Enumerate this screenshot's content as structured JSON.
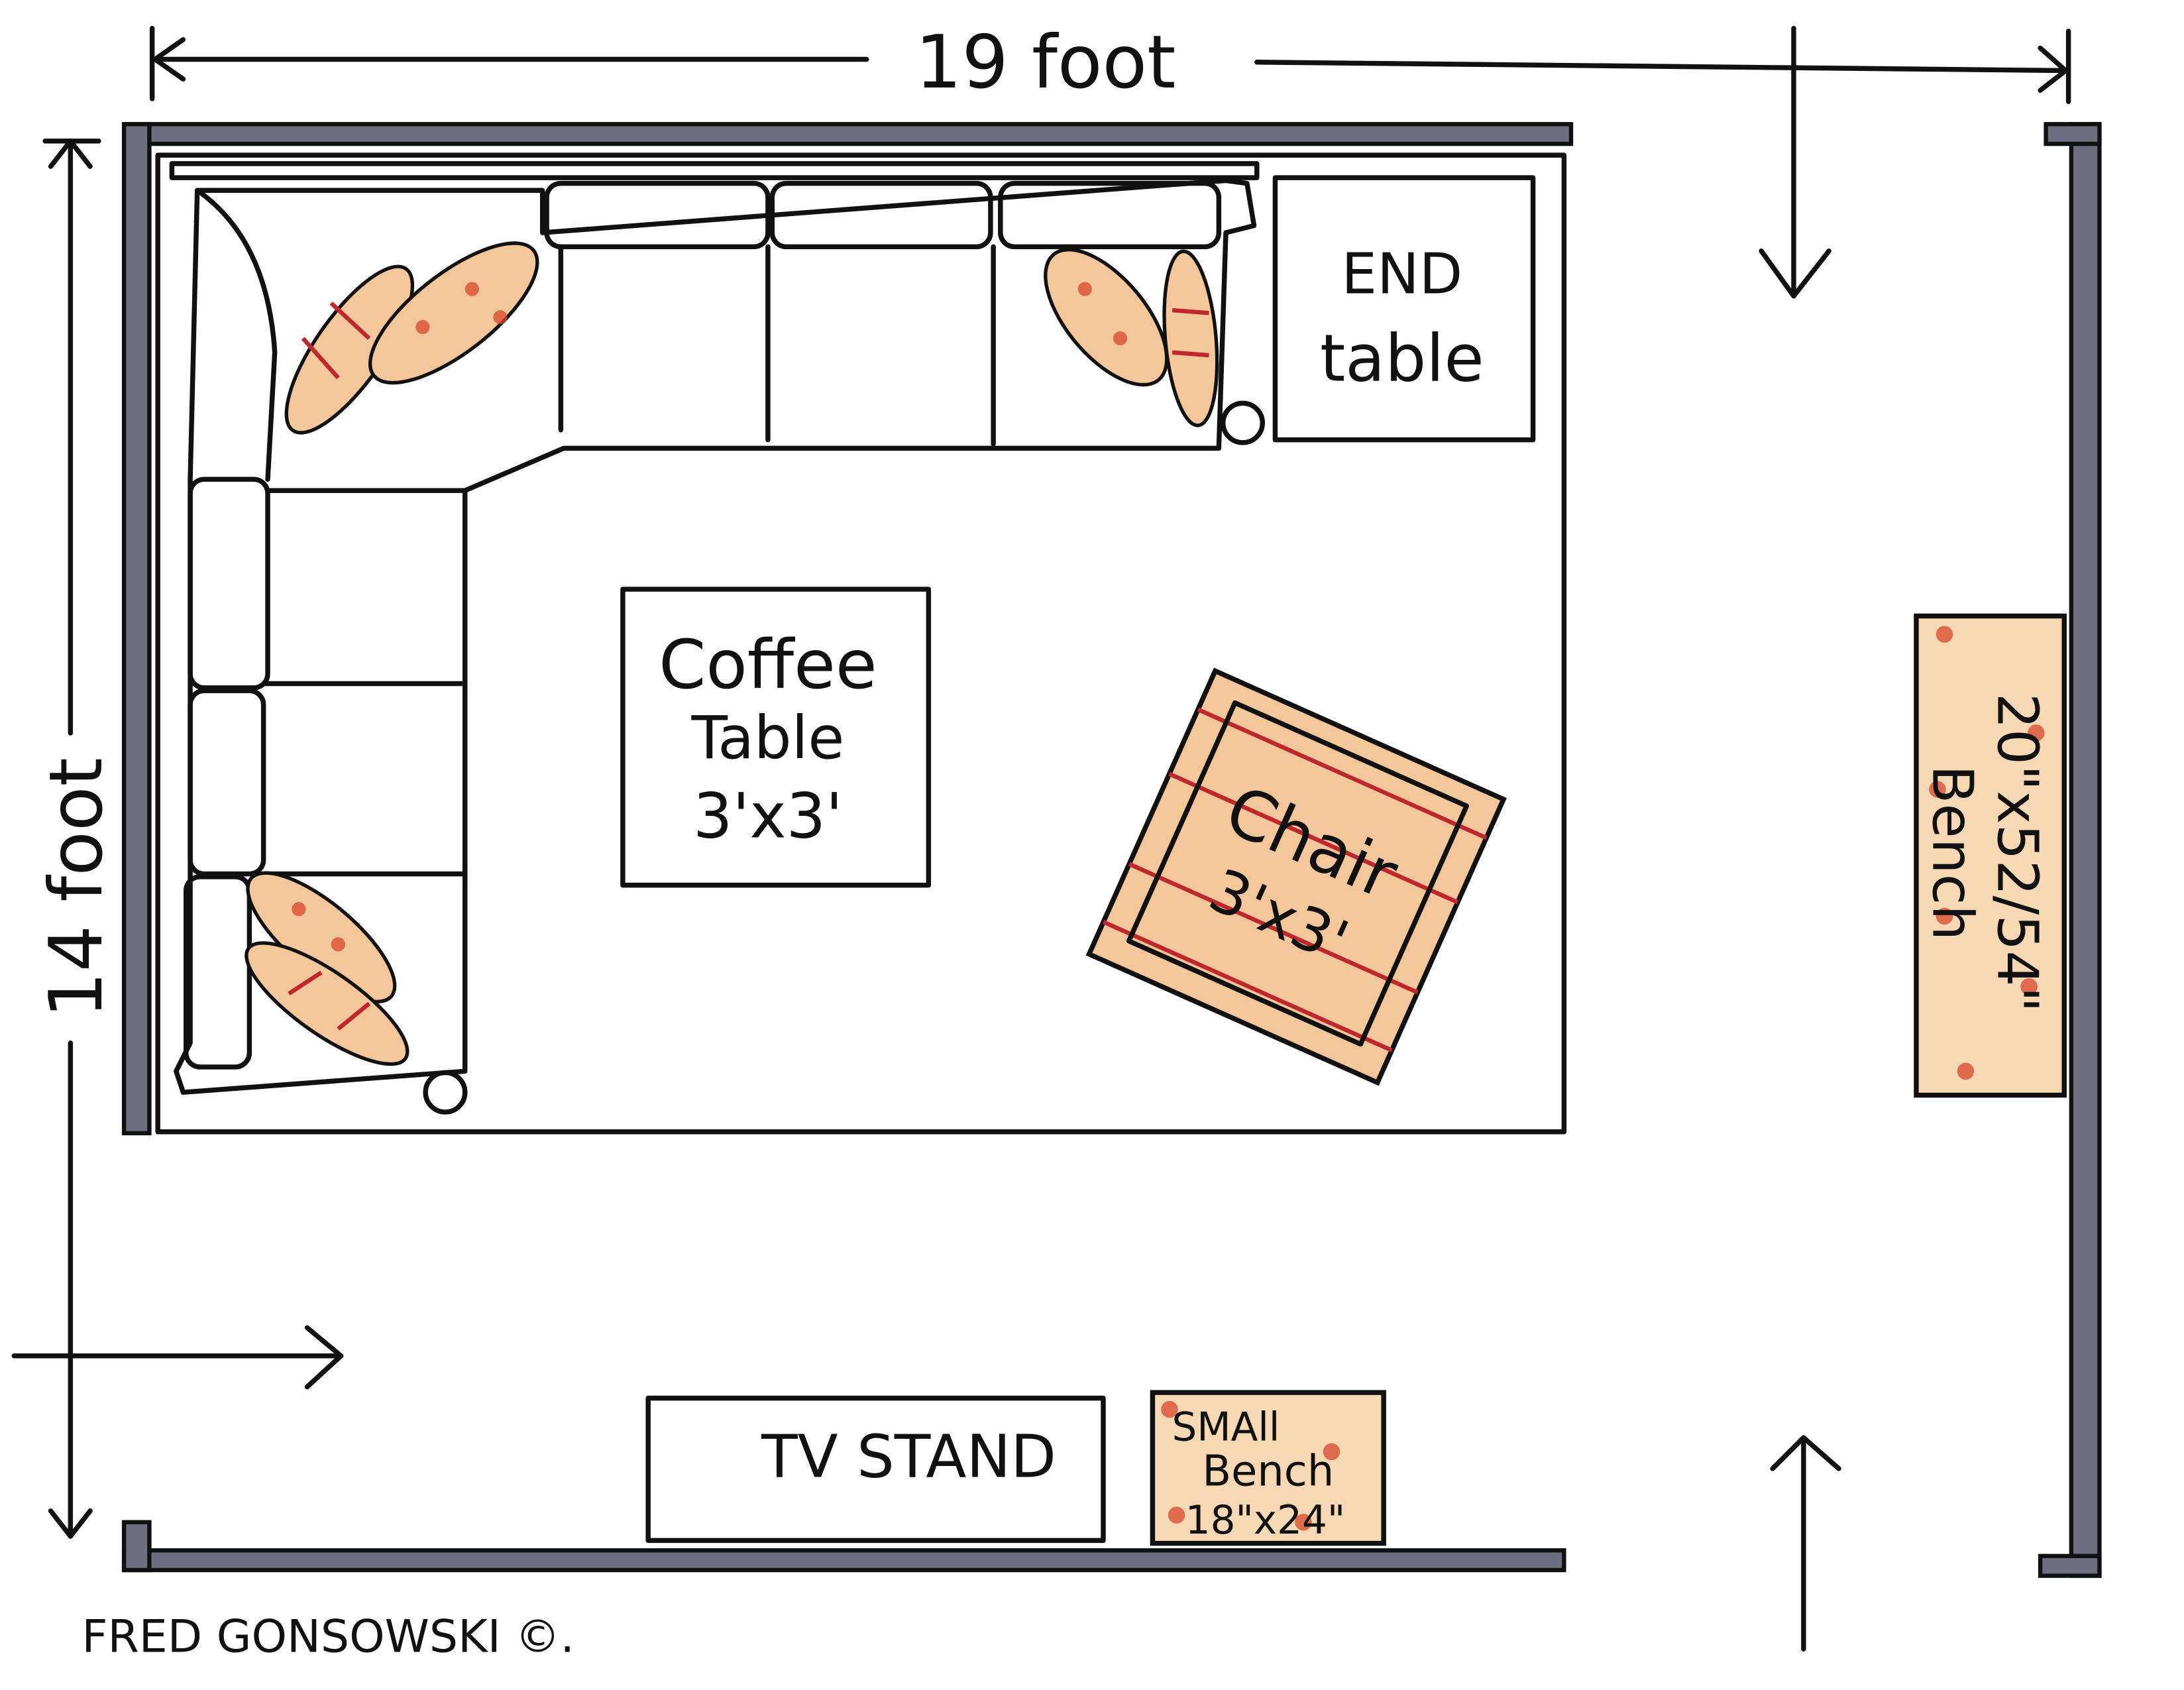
{
  "dimensions": {
    "width_label": "19 foot",
    "depth_label": "14 foot"
  },
  "furniture": {
    "end_table": {
      "line1": "END",
      "line2": "table"
    },
    "coffee_table": {
      "line1": "Coffee",
      "line2": "Table",
      "size": "3'x3'"
    },
    "chair": {
      "label": "Chair",
      "size": "3'x3'"
    },
    "bench": {
      "size": "20\"x52/54\"",
      "label": "Bench"
    },
    "tv_stand": {
      "label": "TV STAND"
    },
    "small_bench": {
      "line1": "SMAll",
      "line2": "Bench",
      "size": "18\"x24\""
    }
  },
  "signature": "FRED GONSOWSKI ©.",
  "colors": {
    "wall": "#6e6e80",
    "upholstery": "#f3c79a",
    "accent": "#c0272d"
  }
}
